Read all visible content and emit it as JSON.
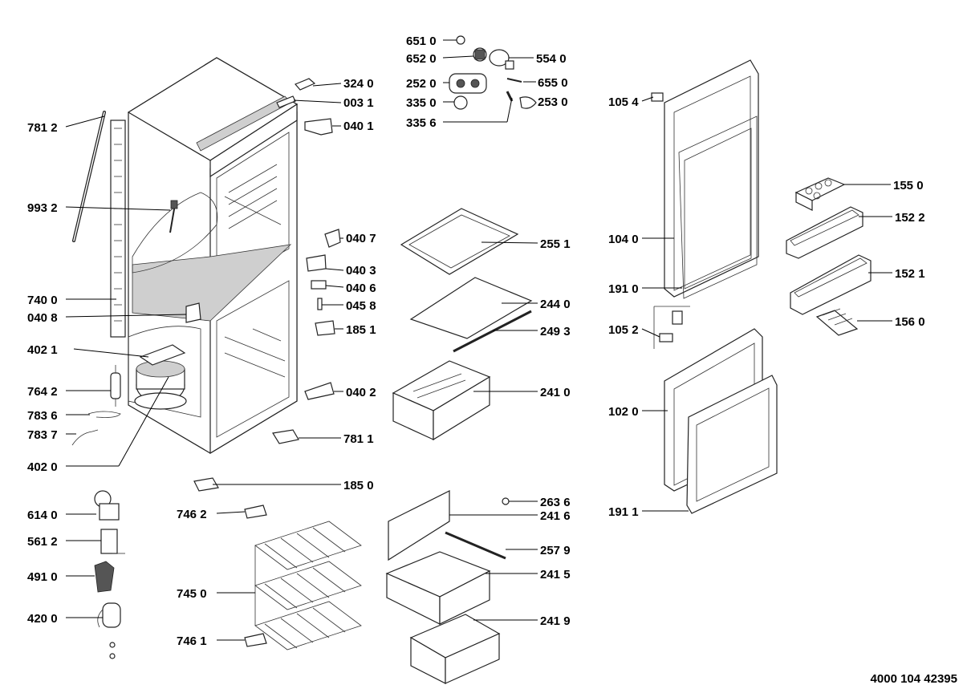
{
  "diagram_code": "4000 104 42395",
  "labels": {
    "p_651_0": "651 0",
    "p_652_0": "652 0",
    "p_554_0": "554 0",
    "p_252_0": "252 0",
    "p_655_0": "655 0",
    "p_335_0": "335 0",
    "p_253_0": "253 0",
    "p_335_6": "335 6",
    "p_324_0": "324 0",
    "p_003_1": "003 1",
    "p_040_1": "040 1",
    "p_781_2": "781 2",
    "p_993_2": "993 2",
    "p_040_7": "040 7",
    "p_040_3": "040 3",
    "p_040_6": "040 6",
    "p_045_8": "045 8",
    "p_740_0": "740 0",
    "p_040_8": "040 8",
    "p_185_1": "185 1",
    "p_402_1": "402 1",
    "p_764_2": "764 2",
    "p_040_2": "040 2",
    "p_783_6": "783 6",
    "p_783_7": "783 7",
    "p_781_1": "781 1",
    "p_402_0": "402 0",
    "p_185_0": "185 0",
    "p_614_0": "614 0",
    "p_746_2": "746 2",
    "p_561_2": "561 2",
    "p_491_0": "491 0",
    "p_745_0": "745 0",
    "p_420_0": "420 0",
    "p_746_1": "746 1",
    "p_255_1": "255 1",
    "p_244_0": "244 0",
    "p_249_3": "249 3",
    "p_241_0": "241 0",
    "p_263_6": "263 6",
    "p_241_6": "241 6",
    "p_257_9": "257 9",
    "p_241_5": "241 5",
    "p_241_9": "241 9",
    "p_105_4": "105 4",
    "p_104_0": "104 0",
    "p_191_0": "191 0",
    "p_105_2": "105 2",
    "p_102_0": "102 0",
    "p_191_1": "191 1",
    "p_155_0": "155 0",
    "p_152_2": "152 2",
    "p_152_1": "152 1",
    "p_156_0": "156 0"
  }
}
